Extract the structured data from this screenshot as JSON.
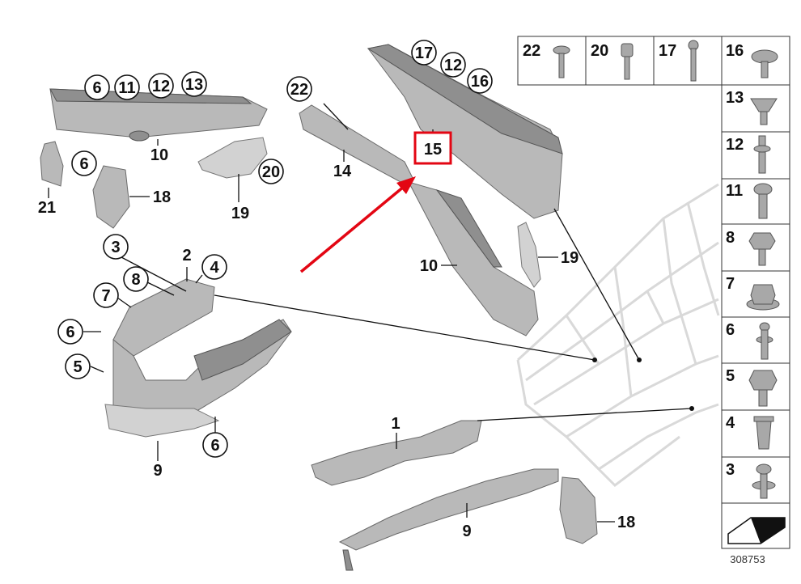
{
  "callouts": {
    "c6a": "6",
    "c11": "11",
    "c12a": "12",
    "c13": "13",
    "c10a": "10",
    "c6b": "6",
    "c21": "21",
    "c18a": "18",
    "c20": "20",
    "c19a": "19",
    "c22": "22",
    "c14": "14",
    "c17": "17",
    "c12b": "12",
    "c16": "16",
    "c15": "15",
    "c10b": "10",
    "c19b": "19",
    "c3": "3",
    "c2": "2",
    "c8": "8",
    "c4": "4",
    "c7": "7",
    "c6c": "6",
    "c5": "5",
    "c6d": "6",
    "c9a": "9",
    "c1": "1",
    "c9b": "9",
    "c18b": "18"
  },
  "fastener_table": {
    "top_row": [
      "22",
      "20",
      "17",
      "16"
    ],
    "right_column": [
      "13",
      "12",
      "11",
      "8",
      "7",
      "6",
      "5",
      "4",
      "3"
    ]
  },
  "diagram_id": "308753",
  "highlight_color": "#e30613"
}
